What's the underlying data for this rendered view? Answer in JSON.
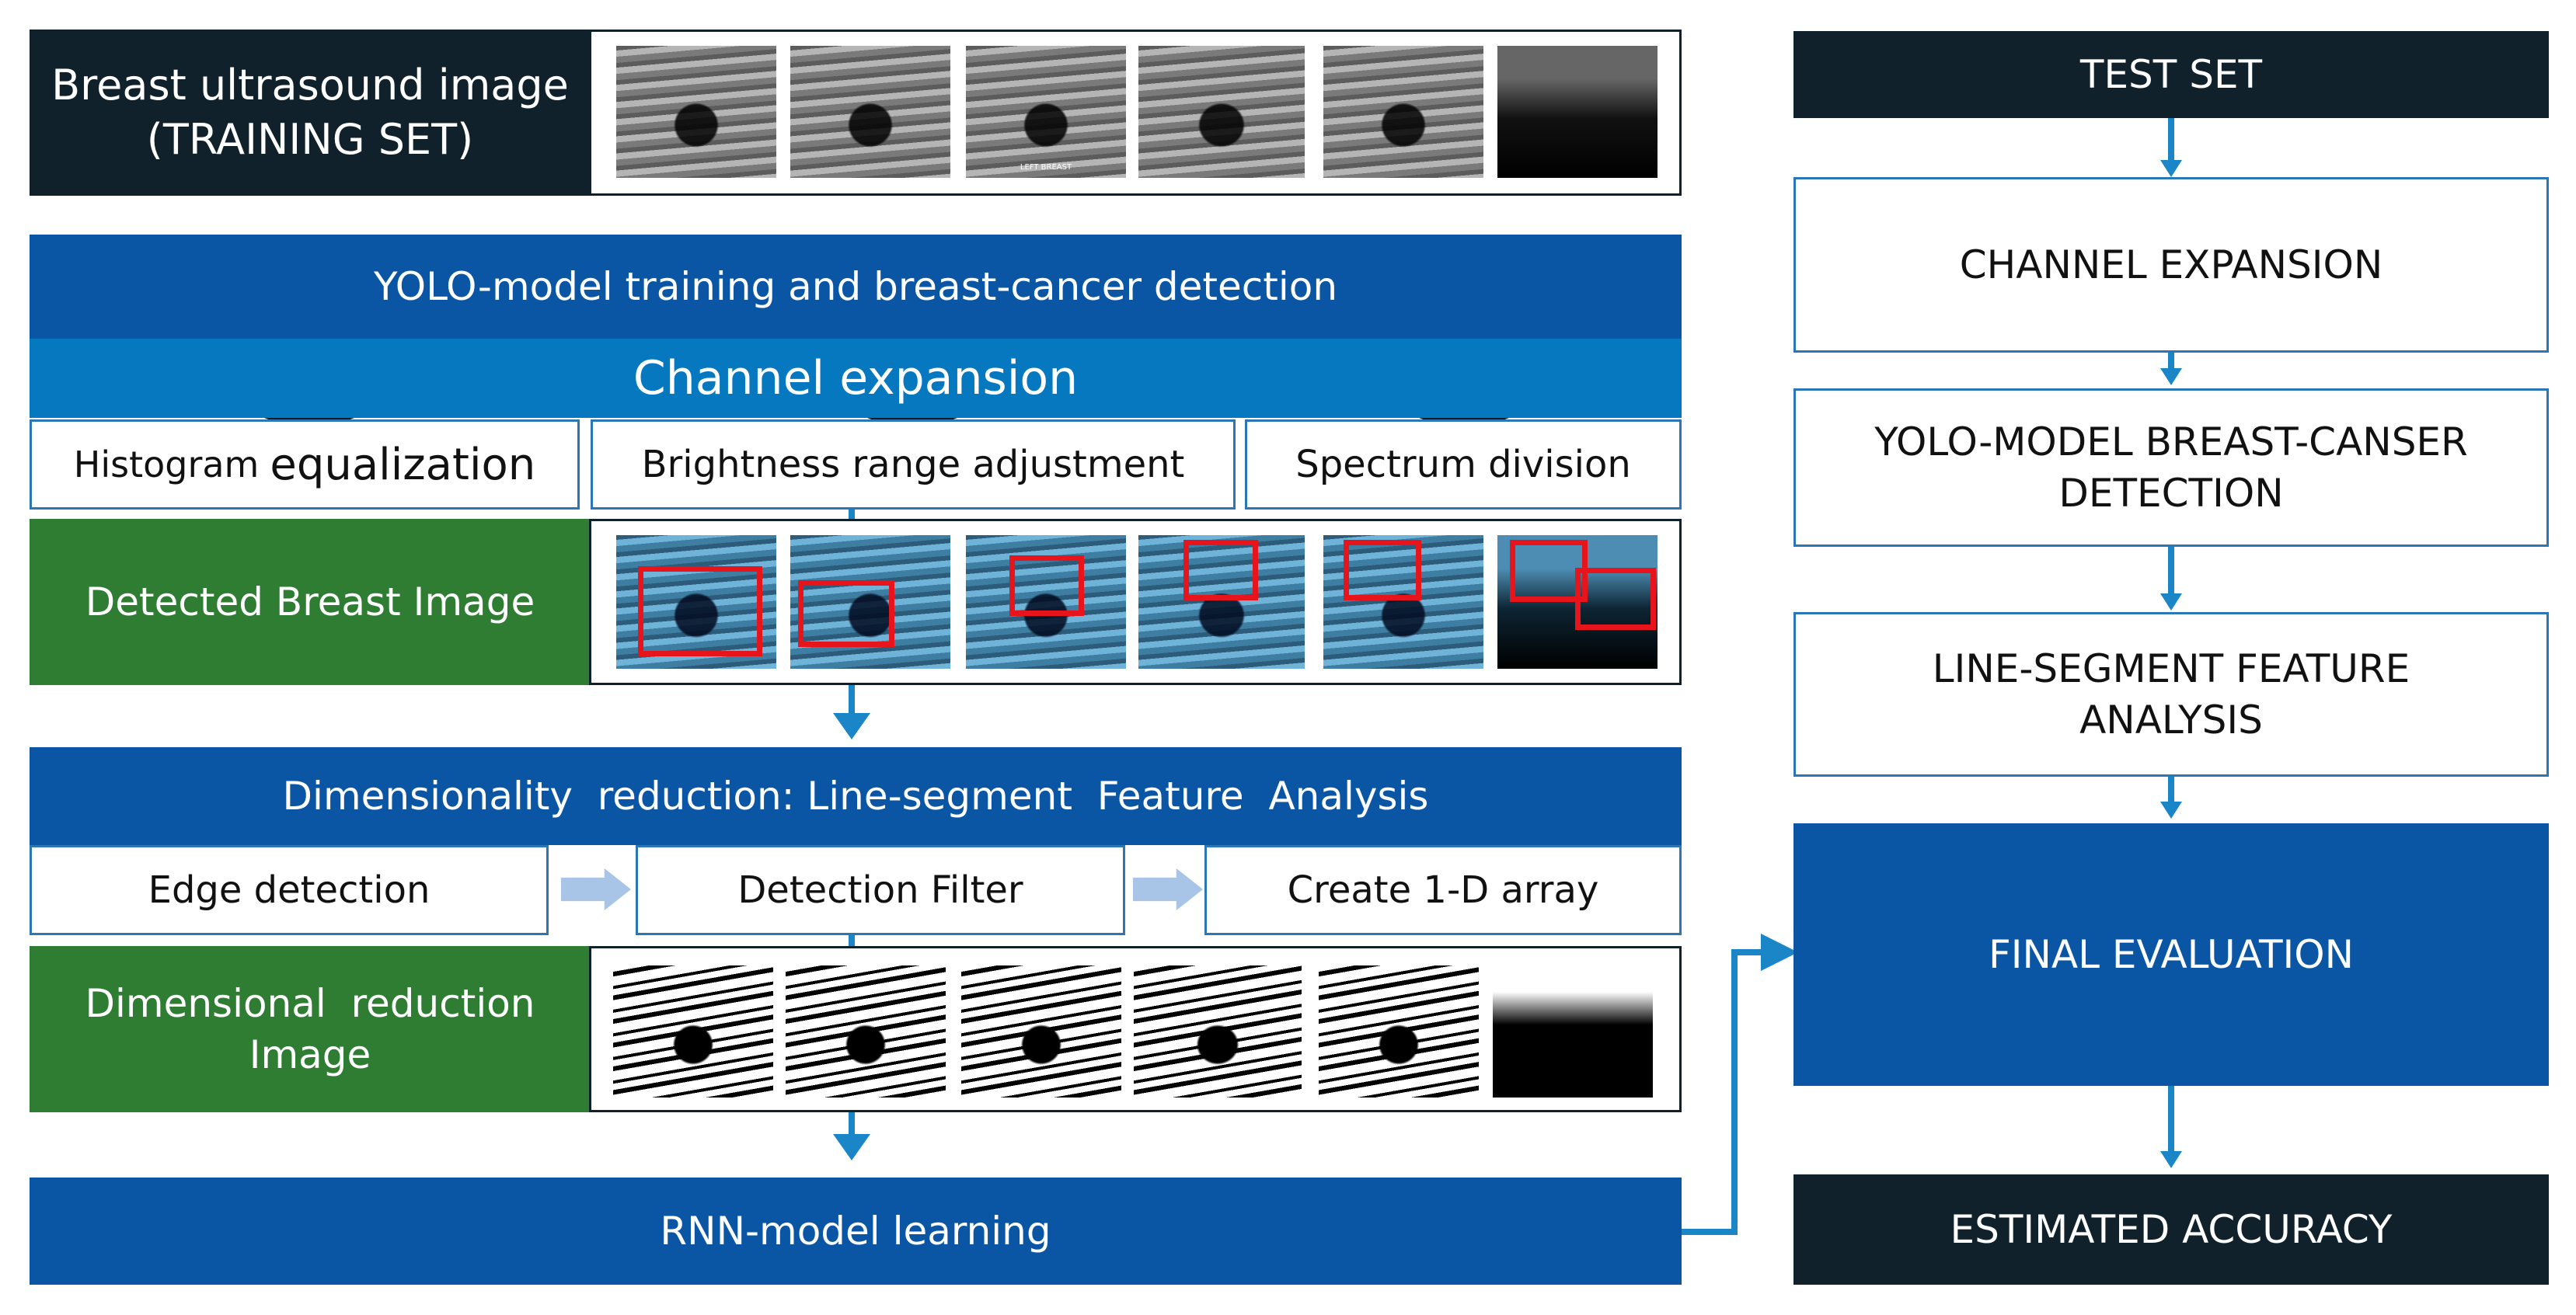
{
  "left": {
    "training_set": {
      "line1": "Breast ultrasound image",
      "line2": "(TRAINING SET)"
    },
    "yolo_header": "YOLO-model training and breast-cancer detection",
    "channel_expansion": "Channel expansion",
    "channel_steps": [
      "Histogram",
      "equalization",
      "Brightness range adjustment",
      "Spectrum division"
    ],
    "detected_label": "Detected Breast Image",
    "dim_header": "Dimensionality  reduction: Line-segment  Feature  Analysis",
    "dim_steps": [
      "Edge detection",
      "Detection Filter",
      "Create 1-D array"
    ],
    "dim_image_label": {
      "line1": "Dimensional  reduction",
      "line2": "Image"
    },
    "rnn": "RNN-model learning",
    "thumb_caption": "LEFT BREAST"
  },
  "right": {
    "test_set": "TEST SET",
    "channel_expansion": "CHANNEL EXPANSION",
    "yolo_detection": {
      "line1": "YOLO-MODEL BREAST-CANSER",
      "line2": "DETECTION"
    },
    "line_segment": {
      "line1": "LINE-SEGMENT FEATURE",
      "line2": "ANALYSIS"
    },
    "final_eval": "FINAL EVALUATION",
    "accuracy": "ESTIMATED ACCURACY"
  },
  "colors": {
    "dark": "#10212b",
    "blue": "#0a56a5",
    "light_blue": "#0678c0",
    "green": "#2e7d32",
    "arrow": "#1a86c7",
    "detection_box": "#e8141c"
  }
}
